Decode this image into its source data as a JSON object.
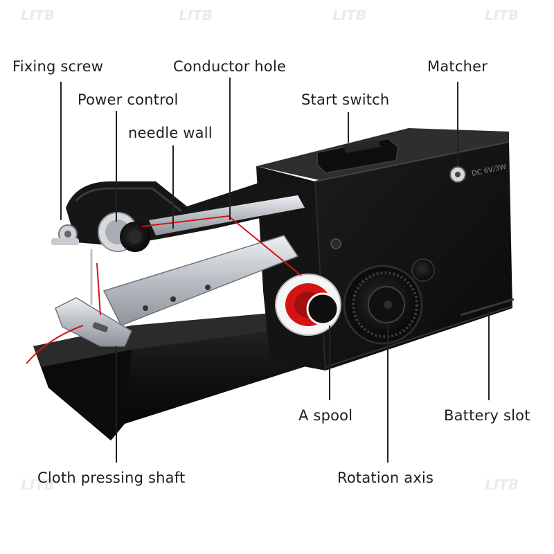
{
  "labels": {
    "fixing_screw": "Fixing screw",
    "conductor_hole": "Conductor hole",
    "matcher": "Matcher",
    "power_control": "Power control",
    "start_switch": "Start switch",
    "needle_wall": "needle wall",
    "a_spool": "A spool",
    "battery_slot": "Battery slot",
    "cloth_pressing_shaft": "Cloth pressing shaft",
    "rotation_axis": "Rotation axis"
  },
  "device_text": {
    "voltage_marking": "DC 6V/3W"
  },
  "watermark": "LITB",
  "colors": {
    "body": "#111111",
    "body_highlight": "#3a3a3a",
    "metal": "#c9cdd2",
    "thread": "#d41414",
    "label_text": "#1e1e1e",
    "leader_line": "#222222"
  }
}
